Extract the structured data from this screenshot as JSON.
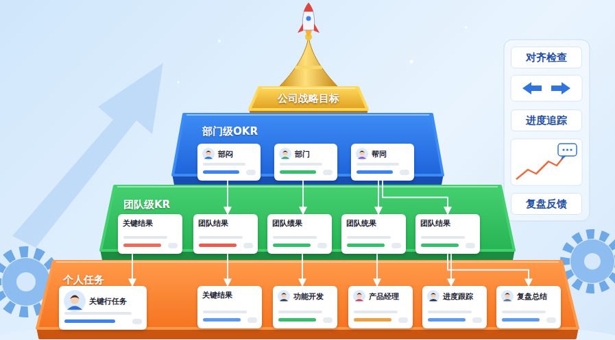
{
  "diagram": {
    "nodes": [
      {
        "text": [
          "公司战略目标"
        ]
      },
      {
        "text": [
          "部门级OKR"
        ]
      },
      {
        "text": [
          "部闷"
        ],
        "in": 1
      },
      {
        "text": [
          "部门"
        ],
        "in": 1
      },
      {
        "text": [
          "帮同"
        ],
        "in": 1
      },
      {
        "text": [
          "团队级KR"
        ]
      },
      {
        "text": [
          "关键结果"
        ],
        "in": 5
      },
      {
        "text": [
          "团队结果"
        ],
        "in": 5
      },
      {
        "text": [
          "团队绩果"
        ],
        "in": 5
      },
      {
        "text": [
          "团队统果"
        ],
        "in": 5
      },
      {
        "text": [
          "团队结果"
        ],
        "in": 5
      },
      {
        "text": [
          "个人任务"
        ]
      },
      {
        "text": [
          "关键行任务"
        ],
        "in": 11
      },
      {
        "text": [
          "关键结果"
        ],
        "in": 11
      },
      {
        "text": [
          "功能开发"
        ],
        "in": 11
      },
      {
        "text": [
          "产品经理"
        ],
        "in": 11
      },
      {
        "text": [
          "进度跟踪"
        ],
        "in": 11
      },
      {
        "text": [
          "复盘总结"
        ],
        "in": 11
      },
      {
        "text": [
          "对齐检查"
        ]
      },
      {
        "text": [
          "进度追踪"
        ]
      },
      {
        "text": [
          "复盘反馈"
        ]
      }
    ],
    "edges": [
      {
        "from": 2,
        "to": 7,
        "arrow": "to"
      },
      {
        "from": 3,
        "to": 8,
        "arrow": "to"
      },
      {
        "from": 4,
        "to": 9,
        "arrow": "to"
      },
      {
        "from": 4,
        "to": 10,
        "arrow": "to"
      },
      {
        "from": 6,
        "to": 12,
        "arrow": "to"
      },
      {
        "from": 7,
        "to": 13,
        "arrow": "to"
      },
      {
        "from": 8,
        "to": 14,
        "arrow": "to"
      },
      {
        "from": 9,
        "to": 15,
        "arrow": "to"
      },
      {
        "from": 10,
        "to": 16,
        "arrow": "to"
      },
      {
        "from": 10,
        "to": 17,
        "arrow": "to"
      }
    ]
  }
}
